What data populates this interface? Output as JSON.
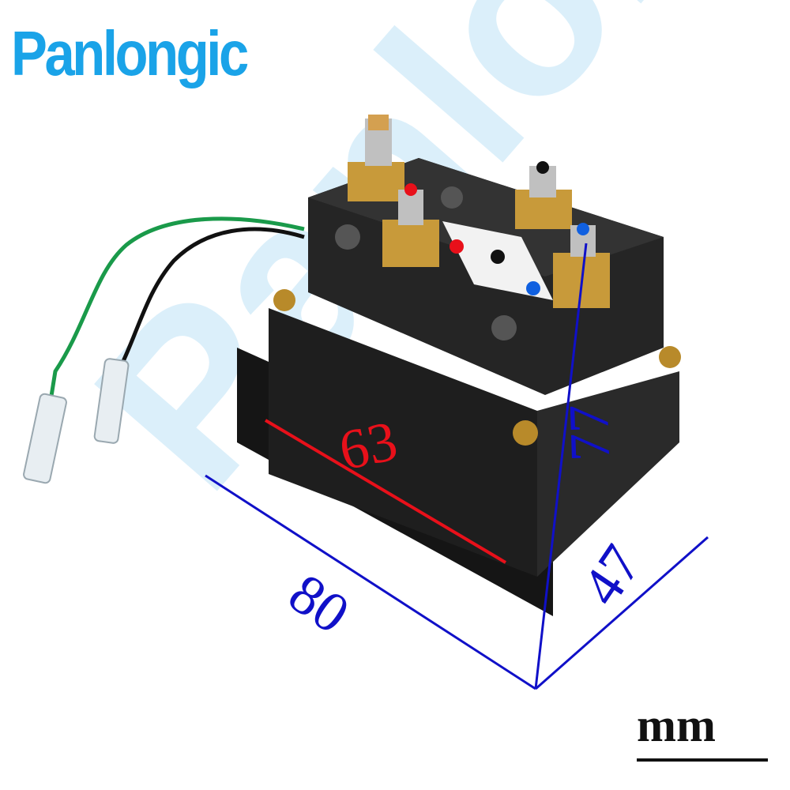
{
  "brand": {
    "name": "Panlongic",
    "color": "#1aa3e8"
  },
  "watermark": {
    "text": "Panlongic"
  },
  "dimensions": {
    "length_label": "80",
    "inner_length_label": "63",
    "width_label": "47",
    "height_label": "77",
    "unit": "mm",
    "line_color_primary": "#1010c8",
    "line_color_secondary": "#e8101a"
  },
  "product": {
    "body_color": "#1a1a1a",
    "terminal_color": "#c89a3a",
    "wire_colors": [
      "#1a9a4a",
      "#111111"
    ],
    "label_dot_colors": [
      "#e8101a",
      "#111111",
      "#1060e0"
    ]
  }
}
